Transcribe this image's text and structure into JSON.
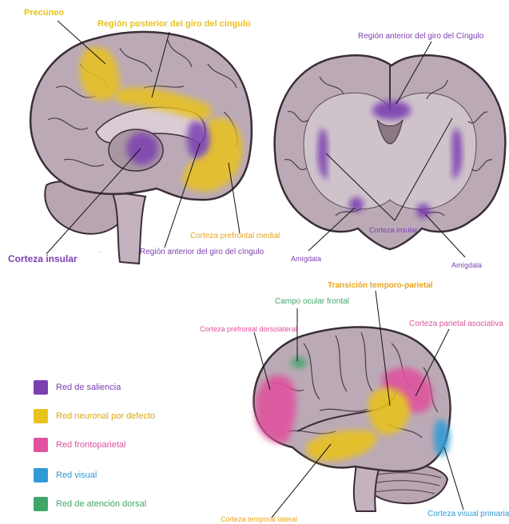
{
  "colors": {
    "salience": "#7B3FB0",
    "default_mode": "#E9C21E",
    "frontoparietal": "#E0519E",
    "visual": "#2E9BD6",
    "dorsal_attention": "#3FA66A",
    "brain_fill": "#BBAAB6",
    "outline": "#3A2E36"
  },
  "labels": {
    "precuneo": "Precúneo",
    "cingulo_posterior": "Región posterior del giro del cíngulo",
    "corteza_insular_left": "Corteza insular",
    "cingulo_anterior_left": "Región anterior del giro del cíngulo",
    "prefrontal_medial": "Corteza prefrontal medial",
    "cingulo_anterior_coronal": "Región anterior del giro del Cíngulo",
    "corteza_insular_coronal": "Corteza insular",
    "amigdala_left": "Amígdala",
    "amigdala_right": "Amígdala",
    "transicion_temporo_parietal": "Transición temporo-parietal",
    "campo_ocular_frontal": "Campo ocular frontal",
    "prefrontal_dorsolateral": "Corteza prefrontal dorsolateral",
    "parietal_asociativa": "Corteza parietal asociativa",
    "temporal_lateral": "Corteza temporal lateral",
    "visual_primaria": "Corteza visual primaria"
  },
  "legend": [
    {
      "label": "Red de saliencia",
      "color": "#7B3FB0"
    },
    {
      "label": "Red neuronal por defecto",
      "color": "#E9C21E"
    },
    {
      "label": "Red frontoparietal",
      "color": "#E0519E"
    },
    {
      "label": "Red visual",
      "color": "#2E9BD6"
    },
    {
      "label": "Red de atención dorsal",
      "color": "#3FA66A"
    }
  ]
}
